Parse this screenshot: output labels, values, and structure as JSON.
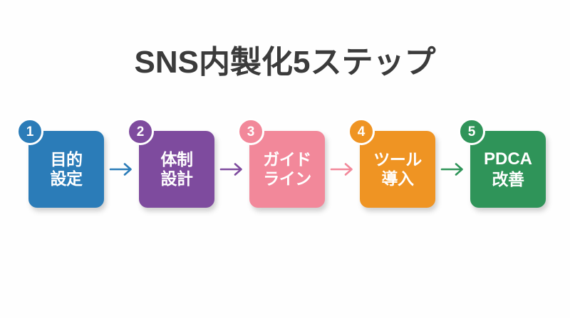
{
  "title": "SNS内製化5ステップ",
  "steps": [
    {
      "number": "1",
      "line1": "目的",
      "line2": "設定",
      "color": "#2b7cb8",
      "badge_color": "#2b7cb8",
      "script": "jp"
    },
    {
      "number": "2",
      "line1": "体制",
      "line2": "設計",
      "color": "#7e4b9e",
      "badge_color": "#7e4b9e",
      "script": "jp"
    },
    {
      "number": "3",
      "line1": "ガイド",
      "line2": "ライン",
      "color": "#f2889a",
      "badge_color": "#f2889a",
      "script": "jp"
    },
    {
      "number": "4",
      "line1": "ツール",
      "line2": "導入",
      "color": "#ef9423",
      "badge_color": "#ef9423",
      "script": "jp"
    },
    {
      "number": "5",
      "line1": "PDCA",
      "line2": "改善",
      "color": "#2f9459",
      "badge_color": "#2f9459",
      "script": "latin"
    }
  ],
  "arrows": [
    {
      "name": "arrow-1-to-2",
      "color": "#2b7cb8"
    },
    {
      "name": "arrow-2-to-3",
      "color": "#7e4b9e"
    },
    {
      "name": "arrow-3-to-4",
      "color": "#f2889a"
    },
    {
      "name": "arrow-4-to-5",
      "color": "#2f9459"
    }
  ]
}
